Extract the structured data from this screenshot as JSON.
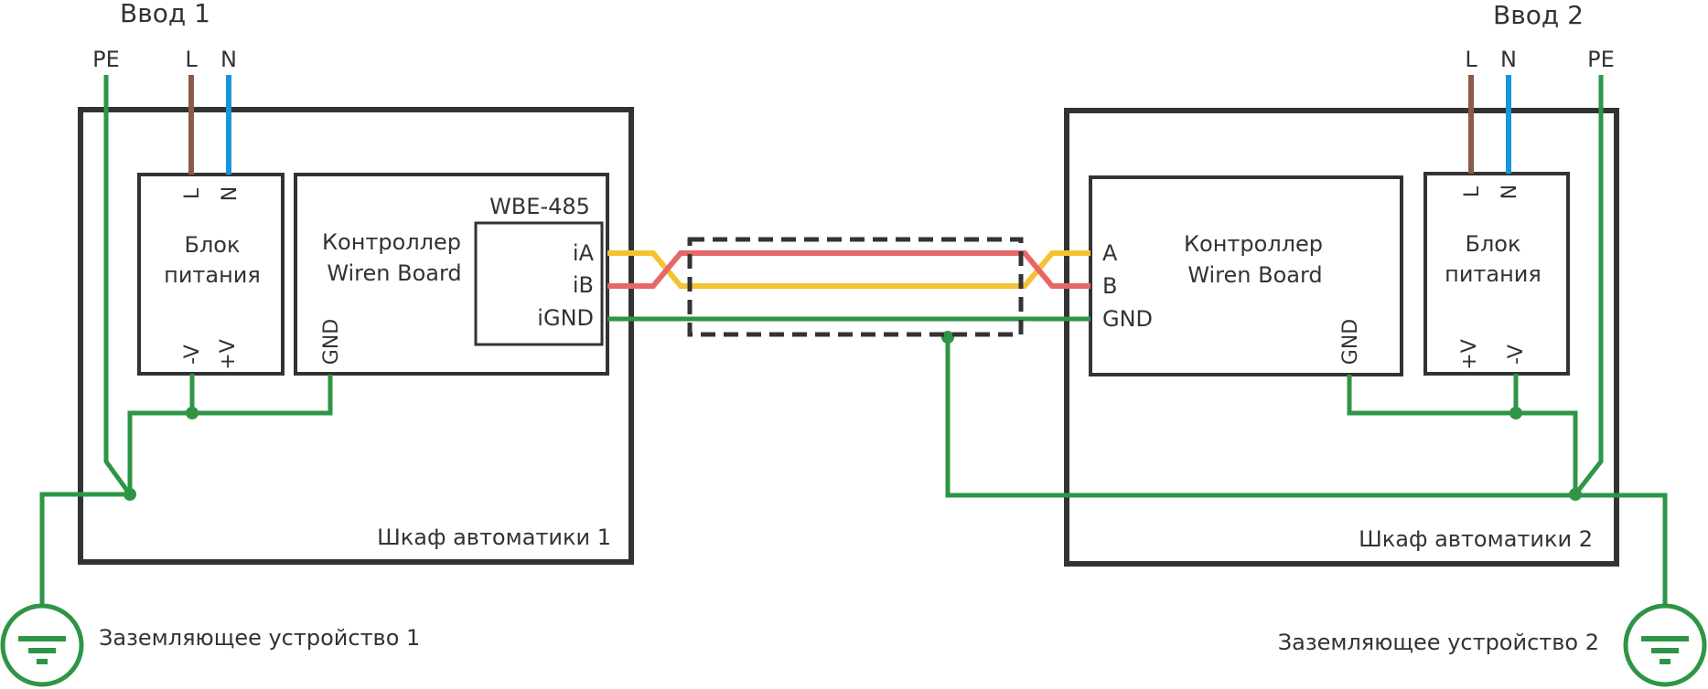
{
  "inputs": {
    "left_title": "Ввод 1",
    "right_title": "Ввод 2",
    "pe": "PE",
    "l": "L",
    "n": "N"
  },
  "psu": {
    "line1": "Блок",
    "line2": "питания",
    "term_l": "L",
    "term_n": "N",
    "term_minus": "-V",
    "term_plus": "+V"
  },
  "controller": {
    "line1": "Контроллер",
    "line2": "Wiren Board",
    "gnd": "GND"
  },
  "module": {
    "title": "WBE-485",
    "ia": "iA",
    "ib": "iB",
    "ignd": "iGND"
  },
  "right_terminals": {
    "a": "A",
    "b": "B",
    "gnd": "GND"
  },
  "cabinets": {
    "left": "Шкаф автоматики 1",
    "right": "Шкаф автоматики 2"
  },
  "grounds": {
    "left": "Заземляющее устройство 1",
    "right": "Заземляющее устройство 2"
  },
  "colors": {
    "outline": "#333333",
    "ground_wire": "#2e9545",
    "l_wire": "#8b5a4a",
    "n_wire": "#1796de",
    "wire_a": "#f4c233",
    "wire_b": "#e76767",
    "shield": "#333333"
  }
}
